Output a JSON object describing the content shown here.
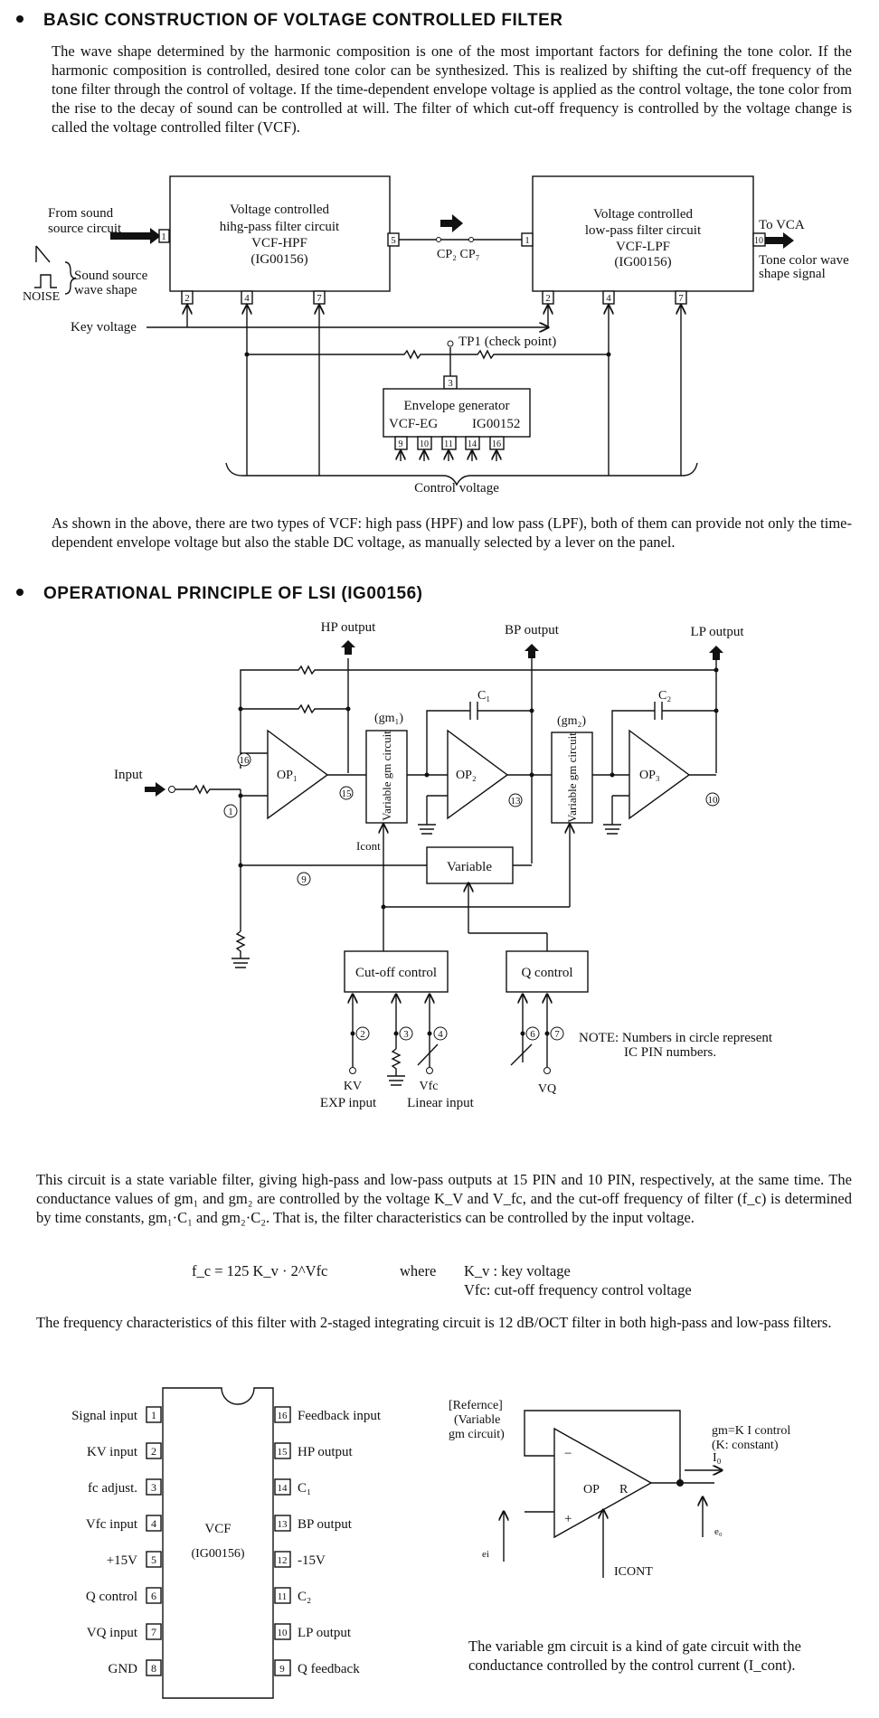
{
  "section1": {
    "heading": "BASIC CONSTRUCTION OF VOLTAGE CONTROLLED FILTER",
    "para1": "The wave shape determined by the harmonic composition is one of the most important factors for defining the tone color. If the harmonic composition is controlled, desired tone color can be synthesized. This is realized by shifting the cut-off frequency of the tone filter through the control of voltage. If the time-dependent envelope voltage is applied as the control voltage, the tone color from the rise to the decay of sound can be controlled at will. The filter of which cut-off frequency is controlled by the voltage change is called the voltage controlled filter (VCF).",
    "para2": "As shown in the above, there are two types of VCF: high pass (HPF) and low pass (LPF), both of them can provide not only the time-dependent envelope voltage but also the stable DC voltage, as manually selected by a lever on the panel."
  },
  "diagram1": {
    "from_line1": "From sound",
    "from_line2": "source circuit",
    "sound_line1": "Sound source",
    "sound_line2": "wave shape",
    "noise": "NOISE",
    "hpf_line1": "Voltage controlled",
    "hpf_line2": "hihg-pass filter circuit",
    "hpf_line3": "VCF-HPF",
    "hpf_line4": "(IG00156)",
    "lpf_line1": "Voltage controlled",
    "lpf_line2": "low-pass filter circuit",
    "lpf_line3": "VCF-LPF",
    "lpf_line4": "(IG00156)",
    "cp_label": "CP₂  CP₇",
    "to_vca": "To VCA",
    "tone_line1": "Tone color wave",
    "tone_line2": "shape signal",
    "key_voltage": "Key voltage",
    "tp1": "TP1 (check point)",
    "eg_line1": "Envelope generator",
    "eg_line2": "VCF-EG",
    "eg_part": "IG00152",
    "control_voltage": "Control voltage",
    "pins": {
      "hpf_in": "1",
      "hpf_out": "5",
      "hpf_a": "2",
      "hpf_b": "4",
      "hpf_c": "7",
      "lpf_in": "1",
      "lpf_out": "10",
      "lpf_a": "2",
      "lpf_b": "4",
      "lpf_c": "7",
      "eg_top": "3",
      "eg1": "9",
      "eg2": "10",
      "eg3": "11",
      "eg4": "14",
      "eg5": "16"
    }
  },
  "section2": {
    "heading": "OPERATIONAL PRINCIPLE OF LSI (IG00156)"
  },
  "diagram2": {
    "hp_output": "HP output",
    "bp_output": "BP output",
    "lp_output": "LP output",
    "input": "Input",
    "c1": "C₁",
    "c2": "C₂",
    "gm1": "(gm₁)",
    "gm2": "(gm₂)",
    "op1": "OP₁",
    "op2": "OP₂",
    "op3": "OP₃",
    "variable_gm": "Variable gm circuit",
    "icont": "Icont",
    "variable": "Variable",
    "cutoff_control": "Cut-off control",
    "q_control": "Q control",
    "kv": "KV",
    "vfc": "Vfc",
    "vq": "VQ",
    "exp_input": "EXP input",
    "linear_input": "Linear input",
    "note_line1": "NOTE: Numbers in circle represent",
    "note_line2": "IC PIN numbers.",
    "pin_labels": [
      "16",
      "15",
      "1",
      "13",
      "10",
      "9",
      "2",
      "3",
      "4",
      "6",
      "7"
    ]
  },
  "section3": {
    "para1": "This circuit is a state variable filter, giving high-pass and low-pass outputs at 15 PIN and 10 PIN, respectively, at the same time. The conductance values of gm₁ and gm₂ are controlled by the voltage K_V and V_fc, and the cut-off frequency of filter (f_c) is determined by time constants, gm₁·C₁ and gm₂·C₂. That is, the filter characteristics can be controlled by the input voltage.",
    "formula": "f_c = 125 K_v · 2^Vfc",
    "where": "where",
    "kv_def": "K_v :  key voltage",
    "vfc_def": "Vfc: cut-off frequency control voltage",
    "para2": "The frequency characteristics of this filter with 2-staged integrating circuit is 12 dB/OCT filter in both high-pass and low-pass filters."
  },
  "ic": {
    "name": "VCF",
    "part": "(IG00156)",
    "left_pins": [
      {
        "num": "1",
        "label": "Signal input"
      },
      {
        "num": "2",
        "label": "KV input"
      },
      {
        "num": "3",
        "label": "fc adjust."
      },
      {
        "num": "4",
        "label": "Vfc input"
      },
      {
        "num": "5",
        "label": "+15V"
      },
      {
        "num": "6",
        "label": "Q control"
      },
      {
        "num": "7",
        "label": "VQ input"
      },
      {
        "num": "8",
        "label": "GND"
      }
    ],
    "right_pins": [
      {
        "num": "16",
        "label": "Feedback input"
      },
      {
        "num": "15",
        "label": "HP output"
      },
      {
        "num": "14",
        "label": "C₁"
      },
      {
        "num": "13",
        "label": "BP output"
      },
      {
        "num": "12",
        "label": "-15V"
      },
      {
        "num": "11",
        "label": "C₂"
      },
      {
        "num": "10",
        "label": "LP output"
      },
      {
        "num": "9",
        "label": "Q feedback"
      }
    ]
  },
  "reference": {
    "line1": "[Refernce]",
    "line2": "(Variable",
    "line3": "gm circuit)",
    "op": "OP",
    "r": "R",
    "gm_line1": "gm=K I control",
    "gm_line2": "(K: constant)",
    "io": "I₀",
    "eo": "e₀",
    "ei": "ei",
    "icont": "ICONT",
    "minus": "−",
    "plus": "+",
    "caption": "The variable gm circuit is a kind of gate circuit with the conductance controlled by the control current (I_cont)."
  }
}
